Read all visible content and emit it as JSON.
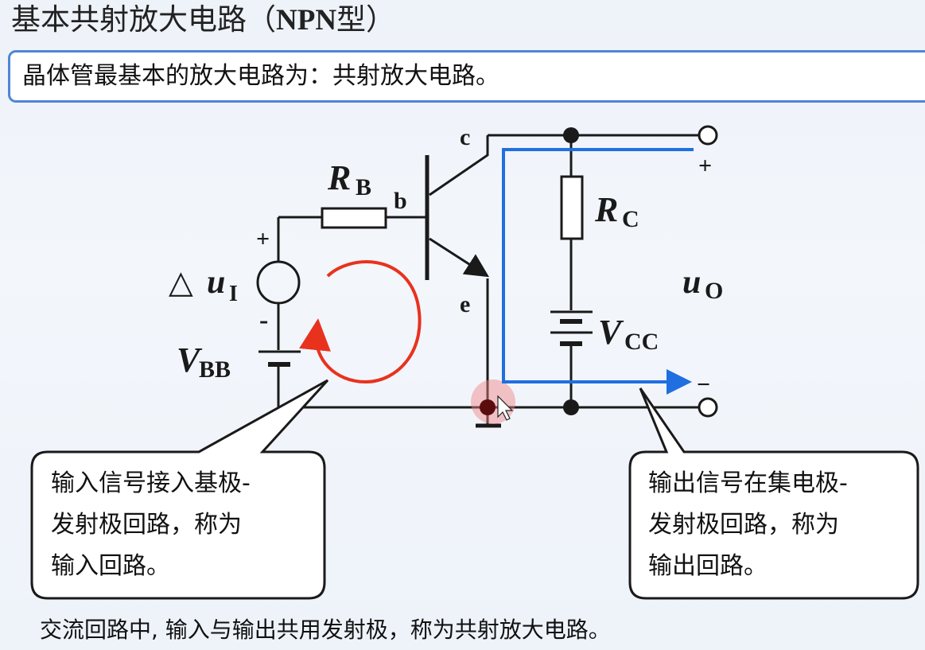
{
  "title": {
    "main": "基本共射放大电路（",
    "type": "NPN",
    "suffix": "型）"
  },
  "intro": "晶体管最基本的放大电路为：共射放大电路。",
  "circuit": {
    "terminal_c": "c",
    "terminal_b": "b",
    "terminal_e": "e",
    "rb_main": "R",
    "rb_sub": "B",
    "rc_main": "R",
    "rc_sub": "C",
    "vbb_main": "V",
    "vbb_sub": "BB",
    "vcc_main": "V",
    "vcc_sub": "CC",
    "delta": "△",
    "ui_main": "u",
    "ui_sub": "I",
    "uo_main": "u",
    "uo_sub": "O",
    "plus_in": "+",
    "minus_in": "-",
    "plus_out": "+",
    "minus_out": "−",
    "colors": {
      "wire": "#1a1a1a",
      "input_loop": "#e8321e",
      "output_loop": "#1f6fe0",
      "cursor_highlight": "#f08080"
    }
  },
  "callouts": {
    "input": [
      "输入信号接入基极-",
      "发射极回路，称为",
      "输入回路。"
    ],
    "output": [
      "输出信号在集电极-",
      "发射极回路，称为",
      "输出回路。"
    ]
  },
  "footer": "交流回路中, 输入与输出共用发射极，称为共射放大电路。"
}
